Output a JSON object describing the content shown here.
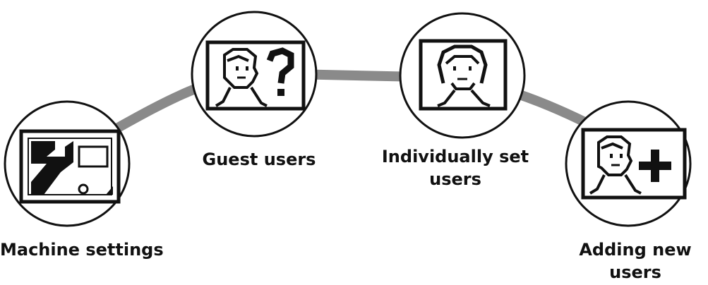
{
  "labels": {
    "machine_settings": "Machine settings",
    "guest_users": "Guest users",
    "individually_set_users": [
      "Individually set",
      "users"
    ],
    "adding_new_users": [
      "Adding new",
      "users"
    ]
  },
  "colors": {
    "connector": "#8a8a8a",
    "outline": "#111111",
    "background": "#ffffff"
  },
  "icons": [
    "wrench-settings-icon",
    "guest-user-question-icon",
    "individual-user-icon",
    "add-user-icon"
  ]
}
